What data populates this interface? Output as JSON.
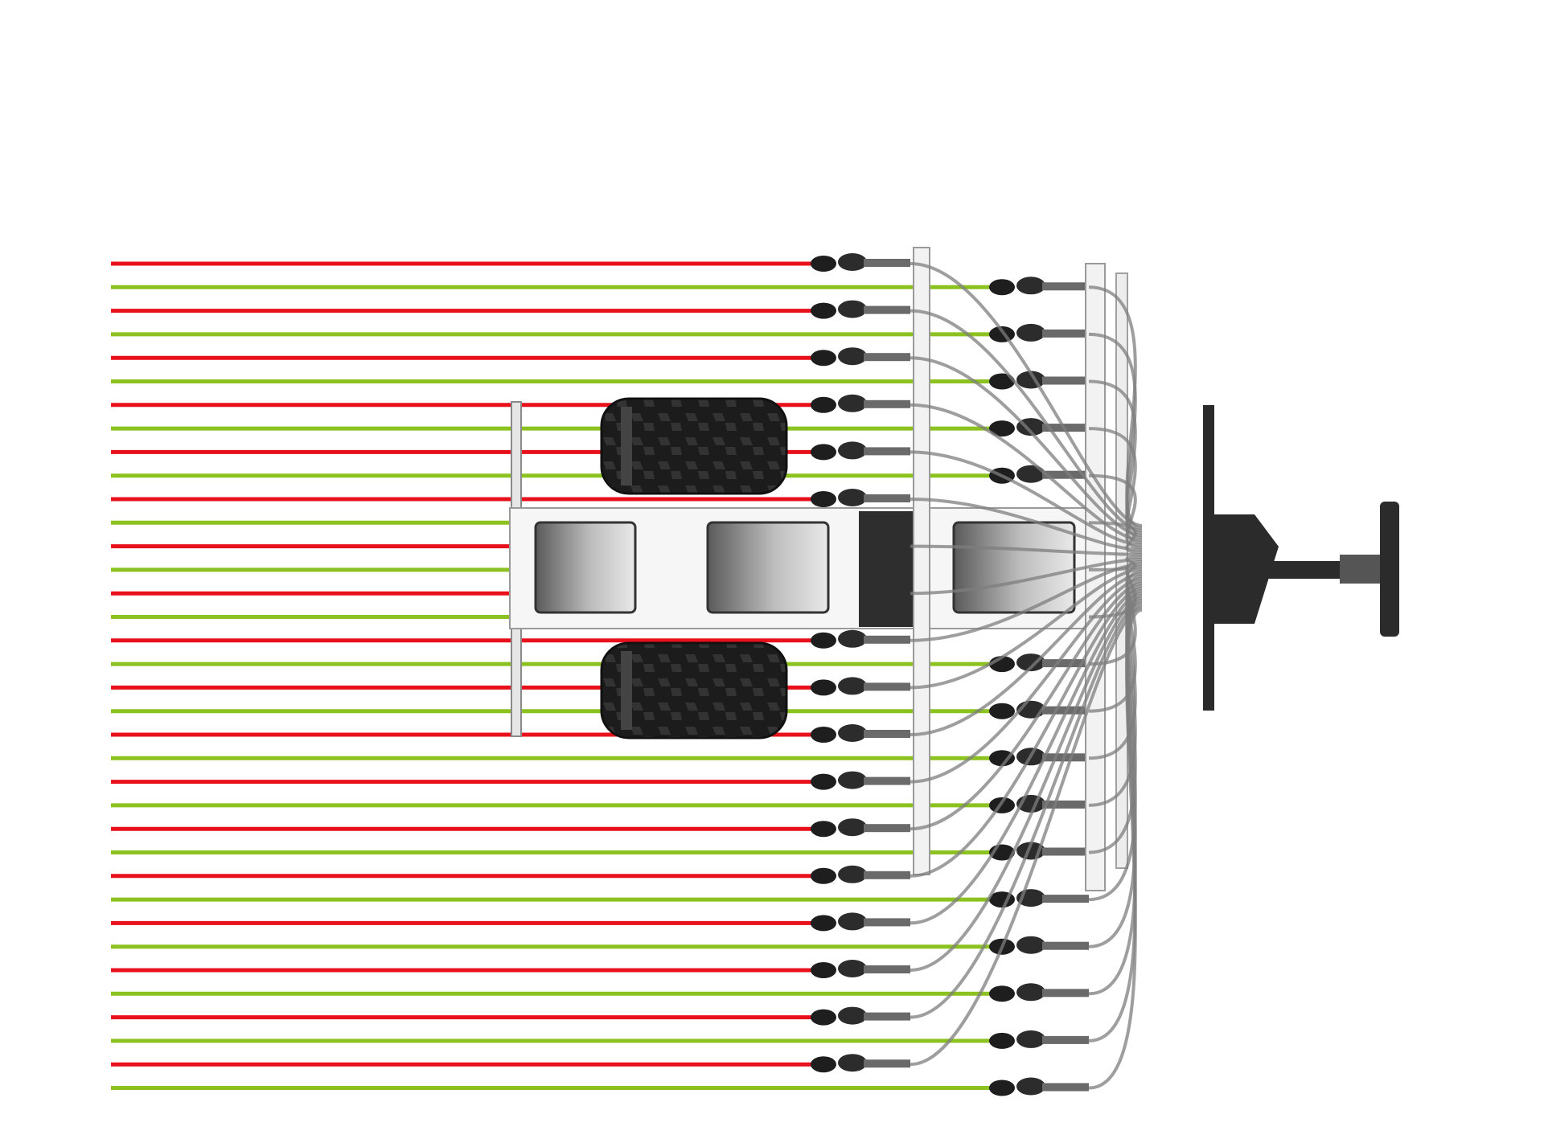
{
  "diagram": {
    "view": "top-down",
    "subject": "trailed-seed-drill",
    "row_count": 36,
    "row_pattern": [
      "red",
      "green"
    ],
    "colors": {
      "background": "#ffffff",
      "row_red": "#e8101a",
      "row_green": "#8cc21f",
      "tire": "#1e1e1e",
      "tire_tread": "#3a3a3a",
      "frame": "#f4f4f4",
      "frame_edge": "#9a9a9a",
      "hopper_dark": "#6e6e6e",
      "hopper_light": "#d6d6d6",
      "hose": "#7d7d7d",
      "hitch": "#2b2b2b"
    },
    "icons": [
      "tire-icon",
      "seed-hopper-icon",
      "coulter-unit-icon",
      "drawbar-hitch-icon"
    ]
  }
}
